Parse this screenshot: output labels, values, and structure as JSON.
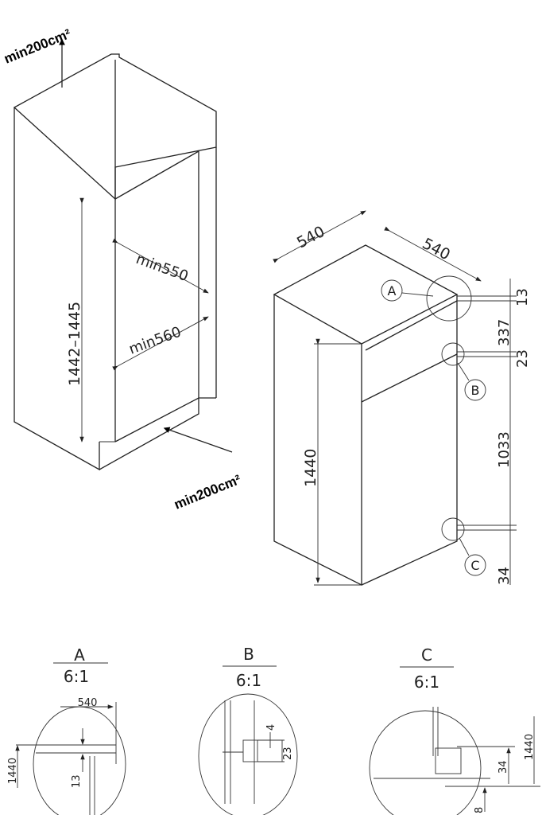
{
  "cabinet": {
    "vent_top": "min200cm²",
    "vent_bottom": "min200cm²",
    "niche_height": "1442–1445",
    "min_depth": "min550",
    "min_width": "min560"
  },
  "appliance": {
    "width": "540",
    "depth": "540",
    "height": "1440",
    "callouts": [
      "A",
      "B",
      "C"
    ],
    "dimensions": [
      "13",
      "337",
      "23",
      "1033",
      "34"
    ]
  },
  "details": [
    {
      "label": "A",
      "scale": "6:1",
      "dims": [
        "540",
        "1440",
        "13"
      ]
    },
    {
      "label": "B",
      "scale": "6:1",
      "dims": [
        "4",
        "23"
      ]
    },
    {
      "label": "C",
      "scale": "6:1",
      "dims": [
        "1440",
        "34",
        "8"
      ]
    }
  ]
}
